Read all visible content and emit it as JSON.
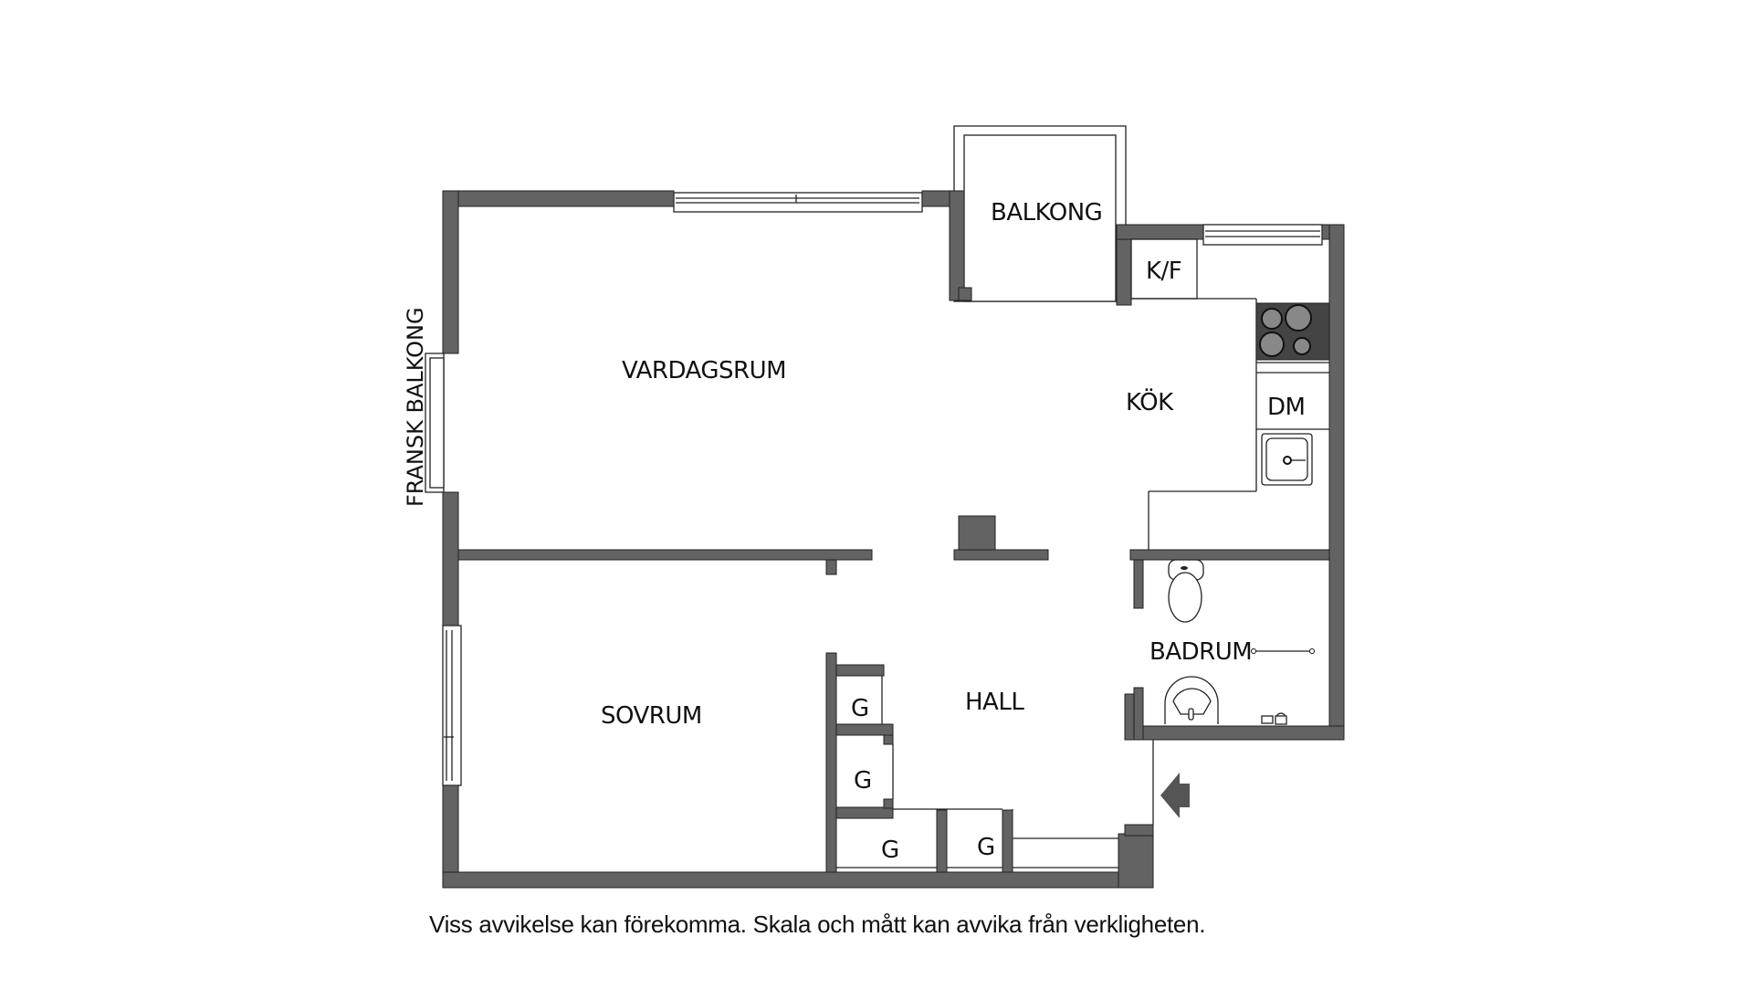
{
  "floorplan": {
    "rooms": {
      "vardagsrum": "VARDAGSRUM",
      "balkong": "BALKONG",
      "kf": "K/F",
      "kok": "KÖK",
      "dm": "DM",
      "sovrum": "SOVRUM",
      "hall": "HALL",
      "badrum": "BADRUM",
      "fransk_balkong": "FRANSK BALKONG"
    },
    "closets": [
      "G",
      "G",
      "G",
      "G"
    ]
  },
  "footer": {
    "disclaimer": "Viss avvikelse kan förekomma. Skala och mått kan avvika från verkligheten."
  },
  "colors": {
    "wall": "#636363",
    "outline": "#222222",
    "background": "#ffffff"
  }
}
